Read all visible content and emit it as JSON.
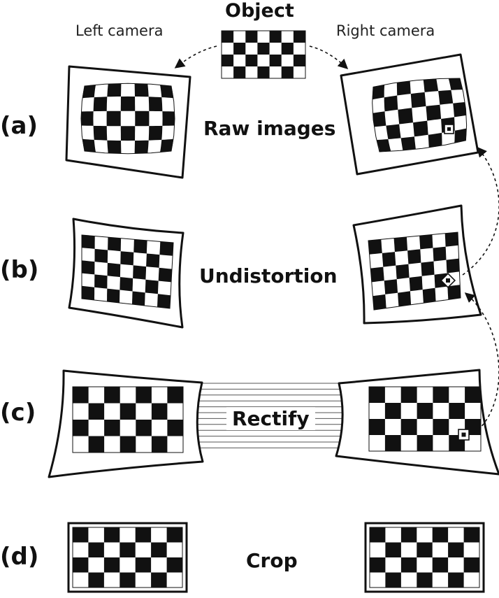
{
  "title": "Object",
  "cameras": {
    "left": "Left camera",
    "right": "Right camera"
  },
  "rows": [
    {
      "id": "a",
      "label": "(a)",
      "step": "Raw images"
    },
    {
      "id": "b",
      "label": "(b)",
      "step": "Undistortion"
    },
    {
      "id": "c",
      "label": "(c)",
      "step": "Rectify"
    },
    {
      "id": "d",
      "label": "(d)",
      "step": "Crop"
    }
  ],
  "colors": {
    "ink": "#111111",
    "paper": "#ffffff",
    "line": "#555555"
  }
}
